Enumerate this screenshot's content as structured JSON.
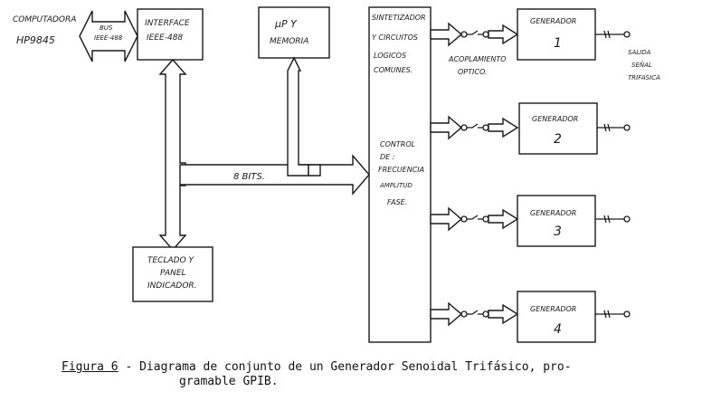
{
  "blocks": {
    "computer": [
      "COMPUTADORA",
      "HP9845"
    ],
    "bus": [
      "BUS",
      "IEEE-488"
    ],
    "interface": [
      "INTERFACE",
      "IEEE-488"
    ],
    "up": [
      "µP Y",
      "MEMORIA"
    ],
    "synth": [
      "SINTETIZADOR",
      "Y CIRCUITOS",
      "LOGICOS",
      "COMUNES."
    ],
    "control": [
      "CONTROL",
      "DE :",
      "FRECUENCIA",
      "AMPLITUD",
      "FASE."
    ],
    "keyboard": [
      "TECLADO Y",
      "PANEL",
      "INDICADOR."
    ],
    "coupling": [
      "ACOPLAMIENTO",
      "OPTICO."
    ],
    "bits": "8 BITS.",
    "output": [
      "SALIDA",
      "SEÑAL",
      "TRIFASICA"
    ]
  },
  "generators": [
    {
      "label": "GENERADOR",
      "number": "1"
    },
    {
      "label": "GENERADOR",
      "number": "2"
    },
    {
      "label": "GENERADOR",
      "number": "3"
    },
    {
      "label": "GENERADOR",
      "number": "4"
    }
  ],
  "caption": {
    "label": "Figura 6",
    "text": " - Diagrama de conjunto de un Generador Senoidal Trifásico, pro-",
    "continuation": "gramable GPIB."
  }
}
